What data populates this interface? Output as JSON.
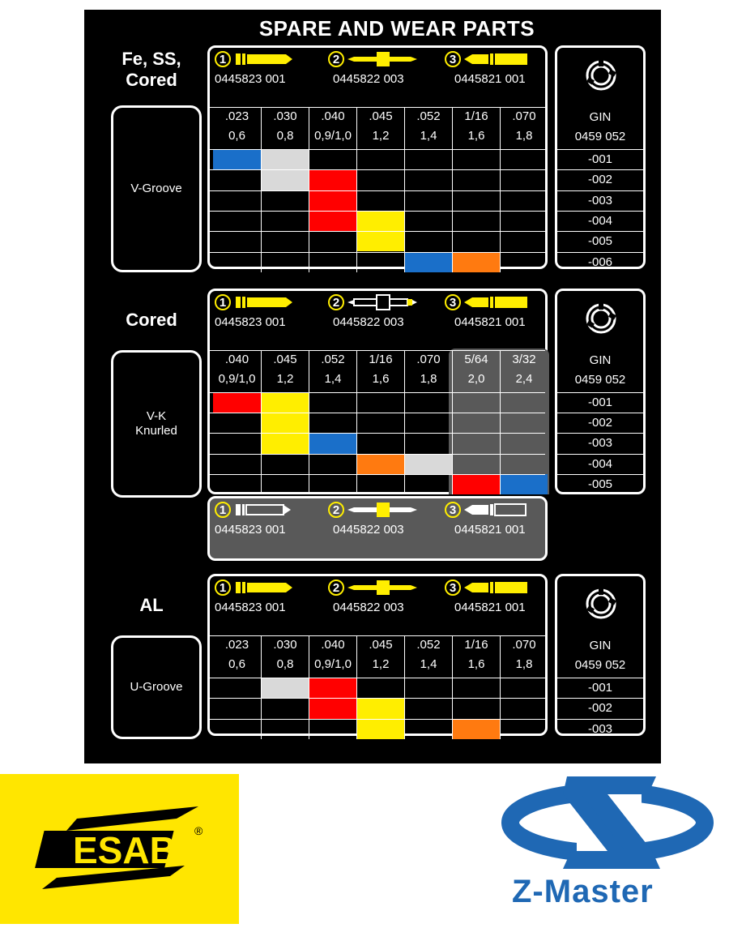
{
  "title": "SPARE AND WEAR PARTS",
  "colors": {
    "blue": "#1a6fc9",
    "light_gray": "#d9d9d9",
    "red": "#ff0000",
    "yellow": "#ffee00",
    "orange": "#ff7a10",
    "dark_gray_area": "#595959",
    "esab_yellow": "#ffe600",
    "zmaster_blue": "#1f68b4"
  },
  "sections": [
    {
      "id": "fe",
      "label_lines": [
        "Fe, SS,",
        "Cored"
      ],
      "groove_lines": [
        "V-Groove"
      ],
      "parts": [
        {
          "num": "1",
          "part_no": "0445823 001",
          "icon": "yellow-contact-tip-icon"
        },
        {
          "num": "2",
          "part_no": "0445822 003",
          "icon": "yellow-intermediate-tube-icon"
        },
        {
          "num": "3",
          "part_no": "0445821 001",
          "icon": "yellow-outlet-tube-icon"
        }
      ],
      "columns": [
        {
          "in": ".023",
          "mm": "0,6"
        },
        {
          "in": ".030",
          "mm": "0,8"
        },
        {
          "in": ".040",
          "mm": "0,9/1,0"
        },
        {
          "in": ".045",
          "mm": "1,2"
        },
        {
          "in": ".052",
          "mm": "1,4"
        },
        {
          "in": "1/16",
          "mm": "1,6"
        },
        {
          "in": ".070",
          "mm": "1,8"
        }
      ],
      "gin_title": "GIN",
      "gin_base": "0459 052",
      "gin_rows": [
        "-001",
        "-002",
        "-003",
        "-004",
        "-005",
        "-006"
      ],
      "cells": [
        {
          "row": 0,
          "col": 0,
          "color": "blue"
        },
        {
          "row": 0,
          "col": 1,
          "color": "light_gray"
        },
        {
          "row": 1,
          "col": 1,
          "color": "light_gray"
        },
        {
          "row": 1,
          "col": 2,
          "color": "red"
        },
        {
          "row": 2,
          "col": 2,
          "color": "red"
        },
        {
          "row": 3,
          "col": 2,
          "color": "red"
        },
        {
          "row": 3,
          "col": 3,
          "color": "yellow"
        },
        {
          "row": 4,
          "col": 3,
          "color": "yellow"
        },
        {
          "row": 5,
          "col": 4,
          "color": "blue"
        },
        {
          "row": 5,
          "col": 5,
          "color": "orange"
        }
      ]
    },
    {
      "id": "cored",
      "label_lines": [
        "Cored"
      ],
      "groove_lines": [
        "V-K",
        "Knurled"
      ],
      "parts": [
        {
          "num": "1",
          "part_no": "0445823 001",
          "icon": "yellow-contact-tip-icon"
        },
        {
          "num": "2",
          "part_no": "0445822 003",
          "icon": "outlined-intermediate-tube-icon"
        },
        {
          "num": "3",
          "part_no": "0445821 001",
          "icon": "yellow-outlet-tube-icon"
        }
      ],
      "columns": [
        {
          "in": ".040",
          "mm": "0,9/1,0"
        },
        {
          "in": ".045",
          "mm": "1,2"
        },
        {
          "in": ".052",
          "mm": "1,4"
        },
        {
          "in": "1/16",
          "mm": "1,6"
        },
        {
          "in": ".070",
          "mm": "1,8"
        },
        {
          "in": "5/64",
          "mm": "2,0"
        },
        {
          "in": "3/32",
          "mm": "2,4"
        }
      ],
      "gin_title": "GIN",
      "gin_base": "0459 052",
      "gin_rows": [
        "-001",
        "-002",
        "-003",
        "-004",
        "-005"
      ],
      "cells": [
        {
          "row": 0,
          "col": 0,
          "color": "red"
        },
        {
          "row": 0,
          "col": 1,
          "color": "yellow"
        },
        {
          "row": 1,
          "col": 1,
          "color": "yellow"
        },
        {
          "row": 2,
          "col": 1,
          "color": "yellow"
        },
        {
          "row": 2,
          "col": 2,
          "color": "blue"
        },
        {
          "row": 3,
          "col": 3,
          "color": "orange"
        },
        {
          "row": 3,
          "col": 4,
          "color": "light_gray"
        },
        {
          "row": 4,
          "col": 5,
          "color": "red"
        },
        {
          "row": 4,
          "col": 6,
          "color": "blue"
        }
      ],
      "extra_parts": [
        {
          "num": "1",
          "part_no": "0445823 001",
          "icon": "outlined-contact-tip-icon"
        },
        {
          "num": "2",
          "part_no": "0445822 003",
          "icon": "yellow-center-intermediate-tube-icon"
        },
        {
          "num": "3",
          "part_no": "0445821 001",
          "icon": "outlined-outlet-tube-icon"
        }
      ]
    },
    {
      "id": "al",
      "label_lines": [
        "AL"
      ],
      "groove_lines": [
        "U-Groove"
      ],
      "parts": [
        {
          "num": "1",
          "part_no": "0445823 001",
          "icon": "yellow-contact-tip-icon"
        },
        {
          "num": "2",
          "part_no": "0445822 003",
          "icon": "yellow-intermediate-tube-icon"
        },
        {
          "num": "3",
          "part_no": "0445821 001",
          "icon": "yellow-outlet-tube-icon"
        }
      ],
      "columns": [
        {
          "in": ".023",
          "mm": "0,6"
        },
        {
          "in": ".030",
          "mm": "0,8"
        },
        {
          "in": ".040",
          "mm": "0,9/1,0"
        },
        {
          "in": ".045",
          "mm": "1,2"
        },
        {
          "in": ".052",
          "mm": "1,4"
        },
        {
          "in": "1/16",
          "mm": "1,6"
        },
        {
          "in": ".070",
          "mm": "1,8"
        }
      ],
      "gin_title": "GIN",
      "gin_base": "0459 052",
      "gin_rows": [
        "-001",
        "-002",
        "-003"
      ],
      "cells": [
        {
          "row": 0,
          "col": 1,
          "color": "light_gray"
        },
        {
          "row": 0,
          "col": 2,
          "color": "red"
        },
        {
          "row": 1,
          "col": 2,
          "color": "red"
        },
        {
          "row": 1,
          "col": 3,
          "color": "yellow"
        },
        {
          "row": 2,
          "col": 3,
          "color": "yellow"
        },
        {
          "row": 2,
          "col": 5,
          "color": "orange"
        }
      ]
    }
  ],
  "logos": {
    "esab": "ESAB",
    "esab_mark": "®",
    "zmaster": "Z-Master"
  }
}
